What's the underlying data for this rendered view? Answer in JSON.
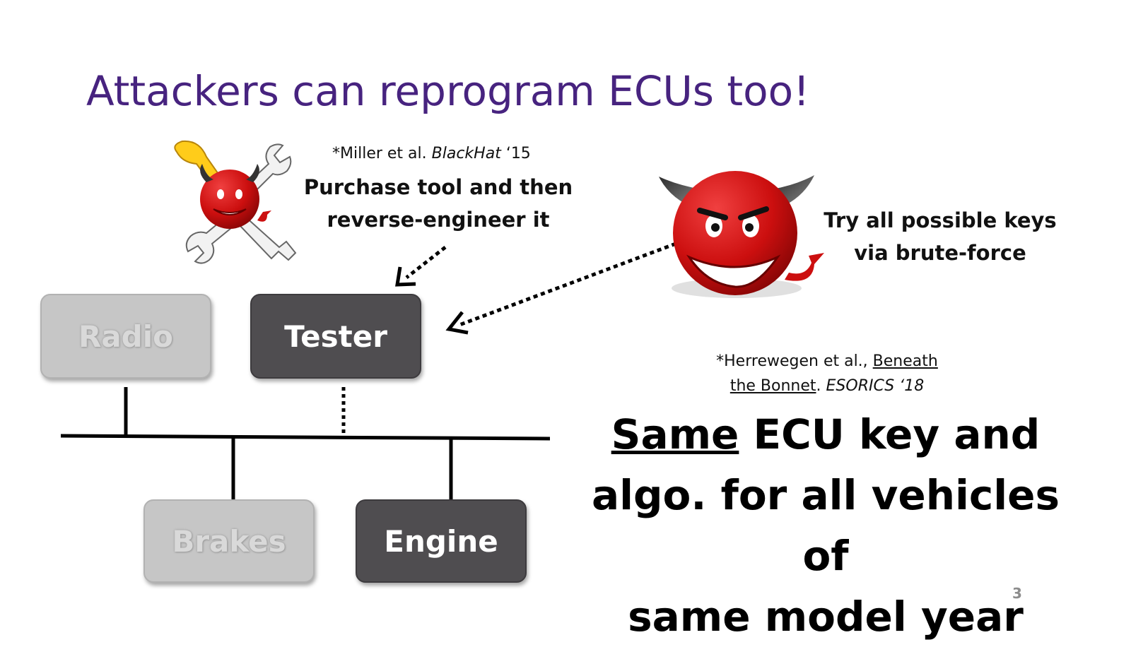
{
  "slide": {
    "title": "Attackers can reprogram ECUs too!",
    "page_number": "3"
  },
  "citation_miller": {
    "prefix": "*Miller et al. ",
    "venue": "BlackHat",
    "year": " ‘15"
  },
  "callout_purchase": {
    "line1": "Purchase tool and then",
    "line2": "reverse-engineer it"
  },
  "callout_bruteforce": {
    "line1": "Try all possible keys",
    "line2": "via brute-force"
  },
  "citation_herrewegen": {
    "prefix": "*Herrewegen et al., ",
    "link1": "Beneath",
    "link2": "the Bonnet",
    "sep": ". ",
    "venue": "ESORICS ‘18"
  },
  "statement": {
    "emph": "Same",
    "rest1": " ECU key and",
    "line2": "algo. for all vehicles of",
    "line3": "same model year"
  },
  "ecus": {
    "radio": "Radio",
    "tester": "Tester",
    "brakes": "Brakes",
    "engine": "Engine"
  },
  "colors": {
    "title": "#47237f",
    "devil_red": "#cc0f0f",
    "star": "#f5b400",
    "ecu_dark": "#4f4d50",
    "ecu_dim": "#c6c6c6"
  },
  "icons": {
    "hacker": "devil-with-tools-icon",
    "attacker": "devil-face-icon",
    "target": "star-icon"
  }
}
